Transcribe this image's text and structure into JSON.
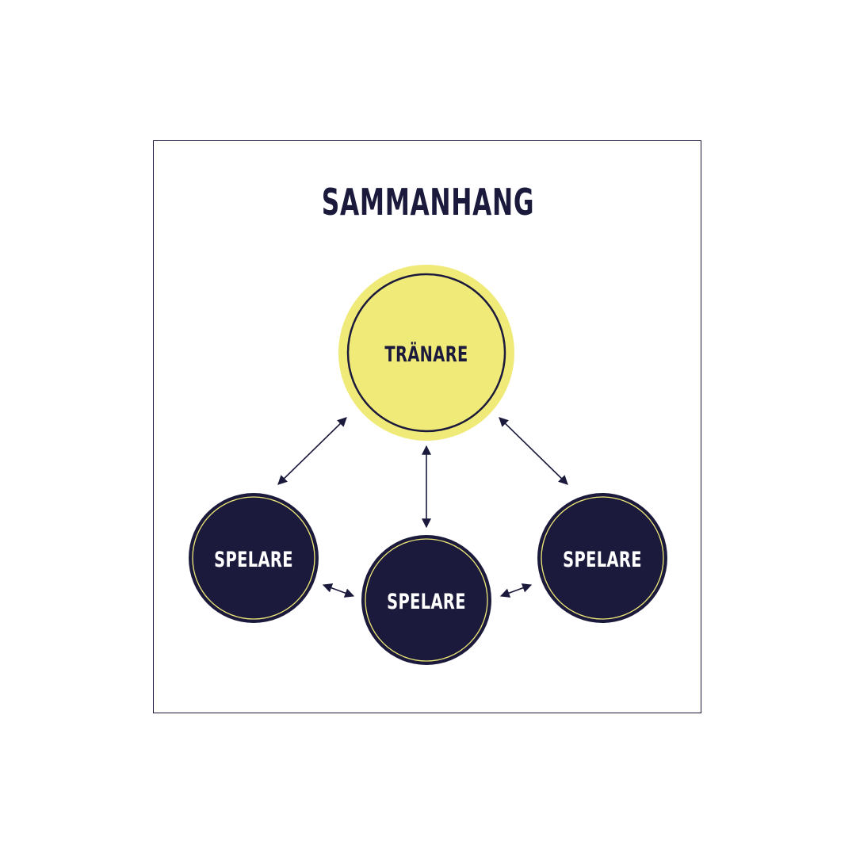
{
  "diagram": {
    "title": "SAMMANHANG",
    "colors": {
      "navy": "#1b1a3c",
      "yellow": "#f0ea79",
      "white": "#ffffff"
    },
    "nodes": {
      "coach": {
        "label": "TRÄNARE"
      },
      "player_left": {
        "label": "SPELARE"
      },
      "player_center": {
        "label": "SPELARE"
      },
      "player_right": {
        "label": "SPELARE"
      }
    }
  }
}
